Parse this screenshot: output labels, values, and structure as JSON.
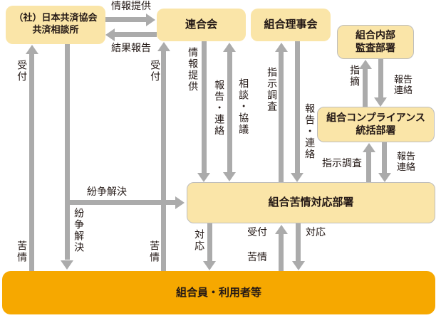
{
  "diagram": {
    "title_hint": "complaint-handling-flow",
    "boxes": {
      "soudanjo": "（社）日本共済協会\n共済相談所",
      "rengokai": "連合会",
      "rijikai": "組合理事会",
      "naibu_kansa": "組合内部\n監査部署",
      "compliance": "組合コンプライアンス\n統括部署",
      "kujo_taio": "組合苦情対応部署",
      "kumiaiin": "組合員・利用者等"
    },
    "arrow_labels": {
      "joho_teikyo": "情報提供",
      "kekka_hokoku": "結果報告",
      "uketsuke": "受付",
      "kujo": "苦情",
      "funso_kaiketsu": "紛争解決",
      "hokoku_renraku": "報告・連絡",
      "sodan_kyogi": "相談・協議",
      "shiji_chosa": "指示調査",
      "shiteki": "指摘",
      "hokoku_renraku_2line": "報告\n連絡",
      "taio": "対応"
    },
    "colors": {
      "box_fill": "#fae5a8",
      "box_border": "#bdbdbd",
      "bottom_box_fill": "#f6a800",
      "arrow": "#ababab",
      "text": "#231815",
      "background": "#ffffff"
    }
  }
}
